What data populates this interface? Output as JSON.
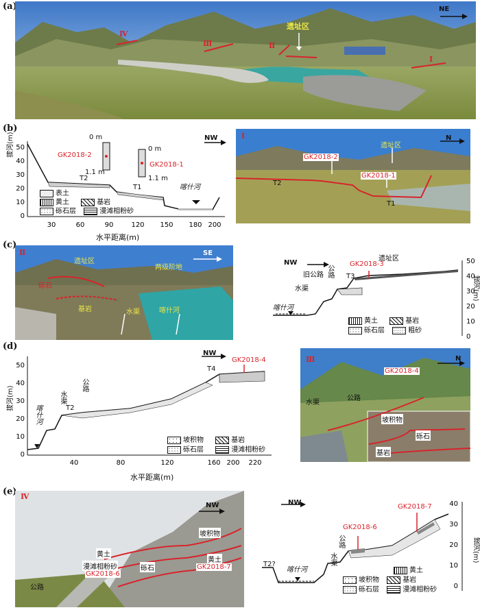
{
  "panels": {
    "a": {
      "label": "(a)",
      "north": "NE",
      "roman": [
        "Ⅳ",
        "Ⅲ",
        "Ⅱ",
        "Ⅰ"
      ],
      "site": "遗址区"
    },
    "b": {
      "label": "(b)",
      "north": "NW",
      "ylabel": "拔河(m)",
      "xlabel": "水平距离(m)",
      "yticks": [
        "0",
        "10",
        "20",
        "30",
        "40",
        "50"
      ],
      "xticks": [
        "30",
        "60",
        "90",
        "120",
        "150",
        "180",
        "200"
      ],
      "terraces": [
        "T2",
        "T1"
      ],
      "river": "喀什河",
      "gk2": "GK2018-2",
      "gk1": "GK2018-1",
      "depth_top": "0 m",
      "depth_bot": "1.1 m",
      "legend": [
        "表土",
        "黄土",
        "基岩",
        "砾石层",
        "漫滩相粉砂"
      ],
      "photo": {
        "roman": "Ⅰ",
        "north": "N",
        "gk2": "GK2018-2",
        "gk1": "GK2018-1",
        "site": "遗址区",
        "t2": "T2",
        "t1": "T1"
      }
    },
    "c": {
      "label": "(c)",
      "photo": {
        "roman": "Ⅱ",
        "north": "SE",
        "site": "遗址区",
        "gravel": "砾石",
        "bedrock": "基岩",
        "terraces": "两级阶地",
        "canal": "水渠",
        "river": "喀什河"
      },
      "north": "NW",
      "ylabel": "拔河(m)",
      "yticks": [
        "0",
        "10",
        "20",
        "30",
        "40",
        "50"
      ],
      "site": "遗址区",
      "gk3": "GK2018-3",
      "road": "公路",
      "old_road": "旧公路",
      "canal": "水渠",
      "t3": "T3",
      "river": "喀什河",
      "legend": [
        "黄土",
        "基岩",
        "砾石层",
        "粗砂"
      ]
    },
    "d": {
      "label": "(d)",
      "north": "NW",
      "ylabel": "拔河(m)",
      "xlabel": "水平距离(m)",
      "yticks": [
        "0",
        "10",
        "20",
        "30",
        "40",
        "50"
      ],
      "xticks": [
        "40",
        "80",
        "120",
        "160",
        "200",
        "220"
      ],
      "gk4": "GK2018-4",
      "t4": "T4",
      "t2": "T2",
      "road": "公路",
      "canal": "水渠",
      "river": "喀什河",
      "legend": [
        "坡积物",
        "基岩",
        "砾石层",
        "漫滩相粉砂"
      ],
      "photo": {
        "roman": "Ⅲ",
        "north": "N",
        "gk4": "GK2018-4",
        "canal": "水渠",
        "road": "公路",
        "colluvium": "坡积物",
        "gravel": "砾石",
        "bedrock": "基岩"
      }
    },
    "e": {
      "label": "(e)",
      "photo": {
        "roman": "Ⅳ",
        "north": "NW",
        "colluvium": "坡积物",
        "loess": "黄土",
        "silt": "漫滩相粉砂",
        "gravel": "砾石",
        "gk6": "GK2018-6",
        "gk7": "GK2018-7",
        "road": "公路"
      },
      "north": "NW",
      "ylabel": "拔河(m)",
      "yticks": [
        "0",
        "10",
        "20",
        "30",
        "40"
      ],
      "gk6": "GK2018-6",
      "gk7": "GK2018-7",
      "t2q": "T2?",
      "river": "喀什河",
      "canal": "水渠",
      "road": "公路",
      "legend": [
        "黄土",
        "坡积物",
        "基岩",
        "砾石层",
        "漫滩相粉砂"
      ]
    }
  },
  "colors": {
    "red": "#d8232a",
    "yellow": "#e9e54a",
    "sky": "#3f7fd0",
    "grass": "#6d8c3a"
  }
}
